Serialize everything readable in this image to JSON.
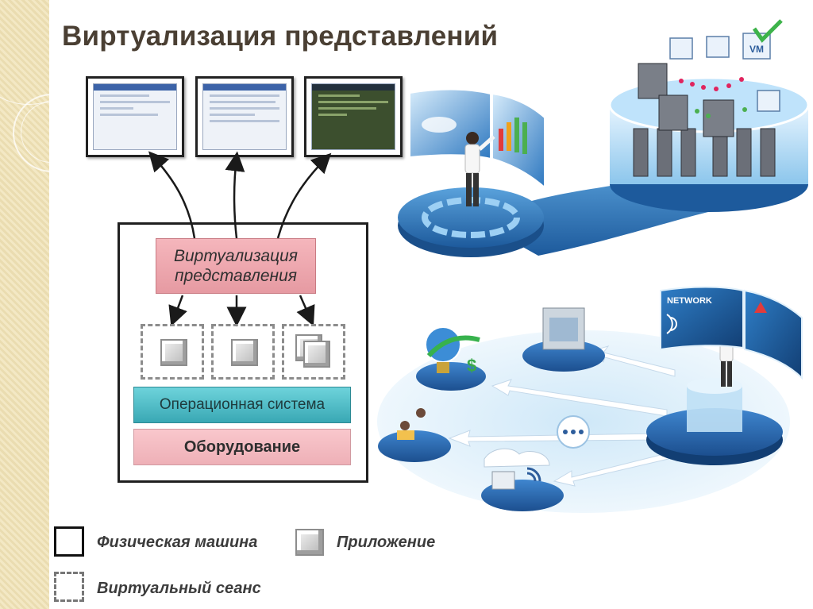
{
  "title": "Виртуализация представлений",
  "diagram": {
    "virtualization_label_line1": "Виртуализация",
    "virtualization_label_line2": "представления",
    "os_label": "Операционная система",
    "hardware_label": "Оборудование"
  },
  "legend": {
    "physical_machine": "Физическая машина",
    "application": "Приложение",
    "virtual_session": "Виртуальный сеанс"
  },
  "illustration": {
    "vm_badge": "VM",
    "network_panel": "NETWORK"
  },
  "colors": {
    "title": "#4a3f33",
    "virtualization": "#eea4ab",
    "os": "#4bbcc6",
    "hardware": "#f3bcc2",
    "platform_blue": "#2a6db3"
  }
}
